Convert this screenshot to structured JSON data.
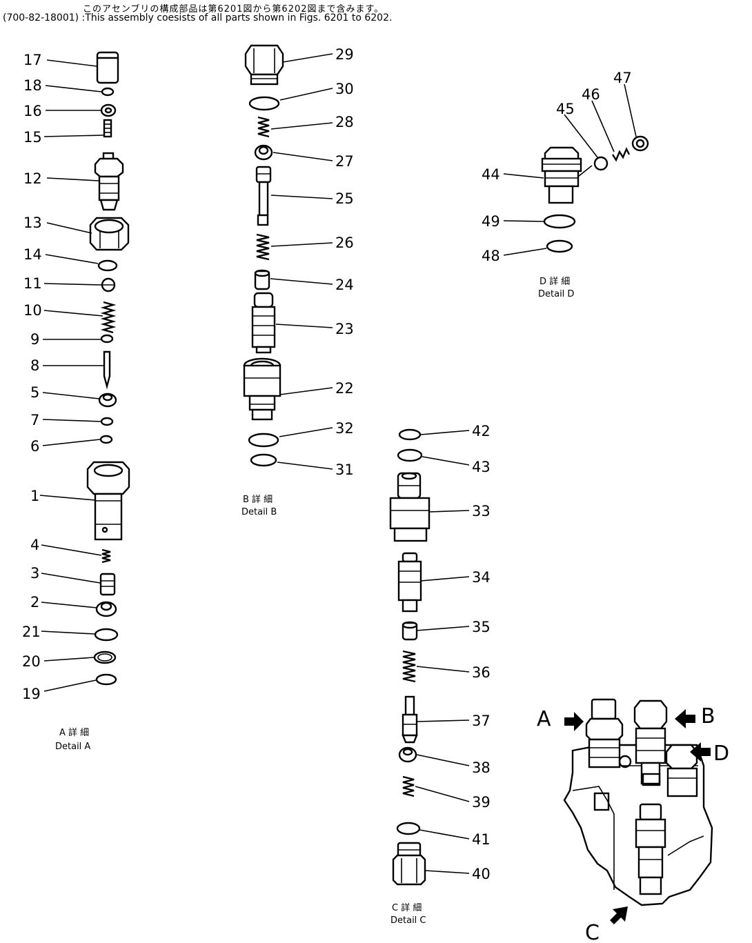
{
  "header": {
    "japanese": "このアセンブリの構成部品は第6201図から第6202図まで含みます。",
    "english": "(700-82-18001) :This assembly coesists of all parts shown in Figs. 6201 to 6202."
  },
  "details": {
    "A": {
      "jp": "A 詳 細",
      "en": "Detail A"
    },
    "B": {
      "jp": "B 詳 細",
      "en": "Detail B"
    },
    "C": {
      "jp": "C 詳 細",
      "en": "Detail C"
    },
    "D": {
      "jp": "D 詳 細",
      "en": "Detail D"
    }
  },
  "assembly_markers": [
    "A",
    "B",
    "C",
    "D"
  ],
  "part_labels": {
    "p17": "17",
    "p18": "18",
    "p16": "16",
    "p15": "15",
    "p12": "12",
    "p13": "13",
    "p14": "14",
    "p11": "11",
    "p10": "10",
    "p9": "9",
    "p8": "8",
    "p5": "5",
    "p7": "7",
    "p6": "6",
    "p1": "1",
    "p4": "4",
    "p3": "3",
    "p2": "2",
    "p21": "21",
    "p20": "20",
    "p19": "19",
    "p29": "29",
    "p30": "30",
    "p28": "28",
    "p27": "27",
    "p25": "25",
    "p26": "26",
    "p24": "24",
    "p23": "23",
    "p22": "22",
    "p32": "32",
    "p31": "31",
    "p47": "47",
    "p46": "46",
    "p45": "45",
    "p44": "44",
    "p49": "49",
    "p48": "48",
    "p42": "42",
    "p43": "43",
    "p33": "33",
    "p34": "34",
    "p35": "35",
    "p36": "36",
    "p37": "37",
    "p38": "38",
    "p39": "39",
    "p41": "41",
    "p40": "40"
  }
}
